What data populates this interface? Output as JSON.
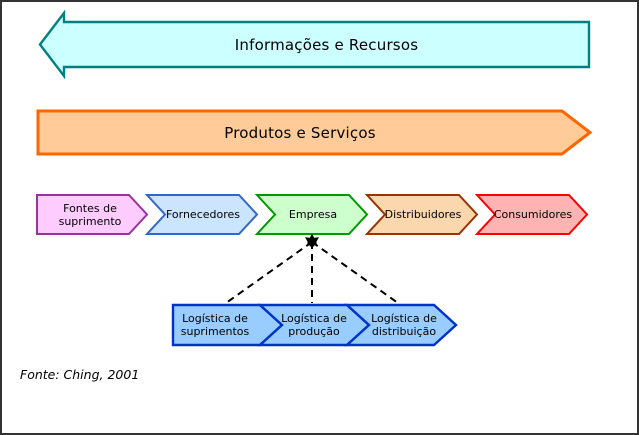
{
  "arrows": {
    "information": {
      "label": "Informações e Recursos",
      "fill": "#ccffff",
      "stroke": "#008080"
    },
    "products": {
      "label": "Produtos e Serviços",
      "fill": "#ffcc99",
      "stroke": "#ff6600"
    }
  },
  "supply_chain": {
    "stages": [
      {
        "id": "fontes-de-suprimento",
        "label": "Fontes de suprimento",
        "fill": "#ffccff",
        "stroke": "#993399"
      },
      {
        "id": "fornecedores",
        "label": "Fornecedores",
        "fill": "#cce5ff",
        "stroke": "#3366cc"
      },
      {
        "id": "empresa",
        "label": "Empresa",
        "fill": "#ccffcc",
        "stroke": "#009900"
      },
      {
        "id": "distribuidores",
        "label": "Distribuidores",
        "fill": "#fbd7ae",
        "stroke": "#993300"
      },
      {
        "id": "consumidores",
        "label": "Consumidores",
        "fill": "#ffb3b3",
        "stroke": "#ff0000"
      }
    ]
  },
  "logistics": {
    "fill": "#99ccff",
    "stroke": "#0033cc",
    "stages": [
      {
        "id": "logistica-suprimentos",
        "label": "Logística de suprimentos"
      },
      {
        "id": "logistica-producao",
        "label": "Logística de produção"
      },
      {
        "id": "logistica-distribuicao",
        "label": "Logística de distribuição"
      }
    ]
  },
  "connectors": {
    "color": "#000000"
  },
  "caption": "Fonte: Ching, 2001"
}
